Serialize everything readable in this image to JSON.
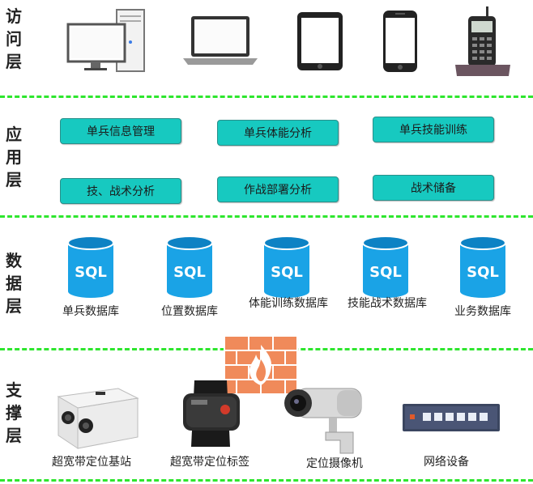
{
  "layers": {
    "access": "访问层",
    "application": "应用层",
    "data": "数据层",
    "support": "支撑层"
  },
  "application_modules": [
    "单兵信息管理",
    "单兵体能分析",
    "单兵技能训练",
    "技、战术分析",
    "作战部署分析",
    "战术储备"
  ],
  "databases": {
    "icon_text": "SQL",
    "labels": [
      "单兵数据库",
      "位置数据库",
      "体能训练数据库",
      "技能战术数据库",
      "业务数据库"
    ]
  },
  "support_devices": [
    "超宽带定位基站",
    "超宽带定位标签",
    "定位摄像机",
    "网络设备"
  ],
  "watermark": "",
  "colors": {
    "divider": "#2ee62e",
    "module": "#17c9c0",
    "db": "#1aa3e6",
    "firewall": "#f08a5a"
  }
}
